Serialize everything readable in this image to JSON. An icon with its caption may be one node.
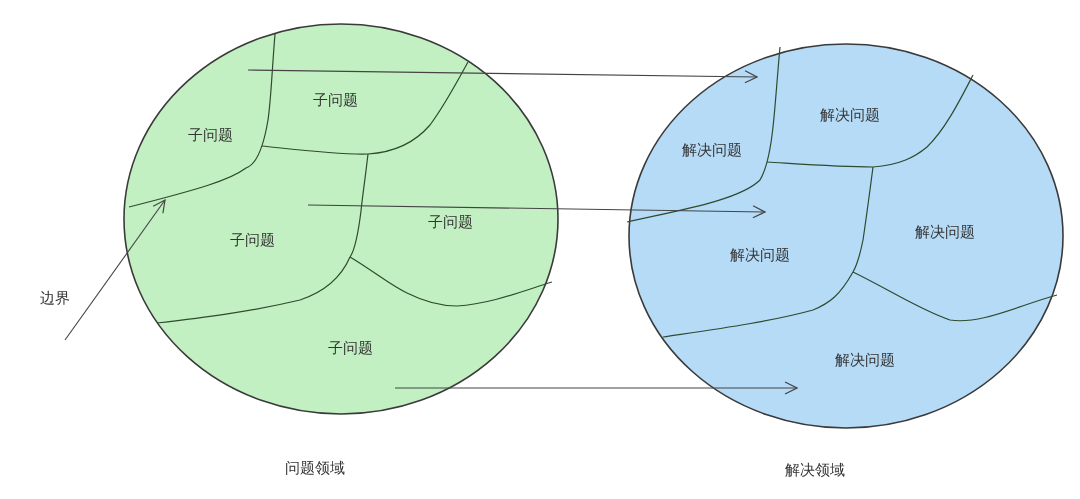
{
  "diagram": {
    "nodes": [
      {
        "text": [
          "问题领域"
        ]
      },
      {
        "text": [
          "子问题"
        ],
        "in": 0
      },
      {
        "text": [
          "子问题"
        ],
        "in": 0
      },
      {
        "text": [
          "子问题"
        ],
        "in": 0
      },
      {
        "text": [
          "子问题"
        ],
        "in": 0
      },
      {
        "text": [
          "子问题"
        ],
        "in": 0
      },
      {
        "text": [
          "解决领域"
        ]
      },
      {
        "text": [
          "解决问题"
        ],
        "in": 6
      },
      {
        "text": [
          "解决问题"
        ],
        "in": 6
      },
      {
        "text": [
          "解决问题"
        ],
        "in": 6
      },
      {
        "text": [
          "解决问题"
        ],
        "in": 6
      },
      {
        "text": [
          "解决问题"
        ],
        "in": 6
      },
      {
        "text": [
          "边界"
        ]
      }
    ],
    "edges": [
      {
        "from": 1,
        "to": 7,
        "arrow": "to"
      },
      {
        "from": 3,
        "to": 10,
        "arrow": "to"
      },
      {
        "from": 5,
        "to": 11,
        "arrow": "to"
      },
      {
        "from": 12,
        "to": null,
        "arrow": "to"
      }
    ]
  }
}
